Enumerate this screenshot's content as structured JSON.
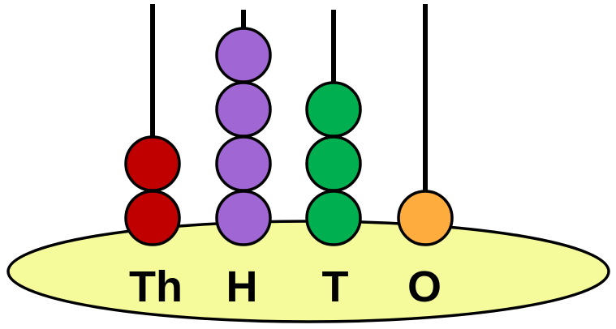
{
  "abacus": {
    "columns": [
      {
        "label": "Th",
        "beads": 2,
        "color": "#c00000"
      },
      {
        "label": "H",
        "beads": 4,
        "color": "#a066d3"
      },
      {
        "label": "T",
        "beads": 3,
        "color": "#00b050"
      },
      {
        "label": "O",
        "beads": 1,
        "color": "#ffac3f"
      }
    ],
    "base_color": "#f5fa9a",
    "rod_color": "#000000",
    "outline_color": "#000000"
  }
}
